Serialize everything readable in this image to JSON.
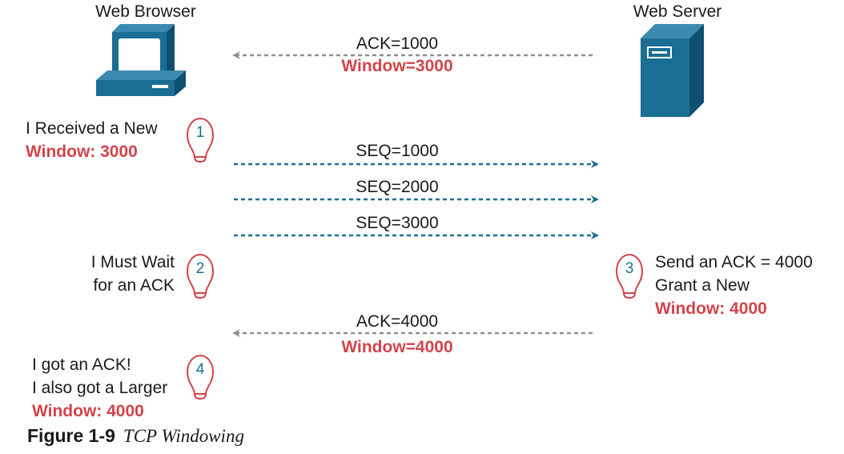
{
  "nodes": {
    "browser": {
      "label": "Web Browser",
      "icon": "computer-icon"
    },
    "server": {
      "label": "Web Server",
      "icon": "server-icon"
    }
  },
  "messages": [
    {
      "line1": "ACK=1000",
      "line2": "Window=3000",
      "direction": "server-to-browser"
    },
    {
      "line1": "SEQ=1000",
      "direction": "browser-to-server"
    },
    {
      "line1": "SEQ=2000",
      "direction": "browser-to-server"
    },
    {
      "line1": "SEQ=3000",
      "direction": "browser-to-server"
    },
    {
      "line1": "ACK=4000",
      "line2": "Window=4000",
      "direction": "server-to-browser"
    }
  ],
  "steps": [
    {
      "number": "1",
      "lines": [
        "I Received a New"
      ],
      "highlight": "Window: 3000"
    },
    {
      "number": "2",
      "lines": [
        "I Must Wait",
        "for an ACK"
      ]
    },
    {
      "number": "3",
      "lines": [
        "Send an ACK = 4000",
        "Grant a New"
      ],
      "highlight": "Window: 4000"
    },
    {
      "number": "4",
      "lines": [
        "I got an ACK!",
        "I also got a Larger"
      ],
      "highlight": "Window: 4000"
    }
  ],
  "caption": {
    "label": "Figure 1-9",
    "title": "TCP Windowing"
  },
  "colors": {
    "highlight": "#d2444b",
    "icon_blue": "#1a6e93",
    "ack_arrow": "#8f8f8f",
    "seq_arrow": "#1a6e93"
  }
}
